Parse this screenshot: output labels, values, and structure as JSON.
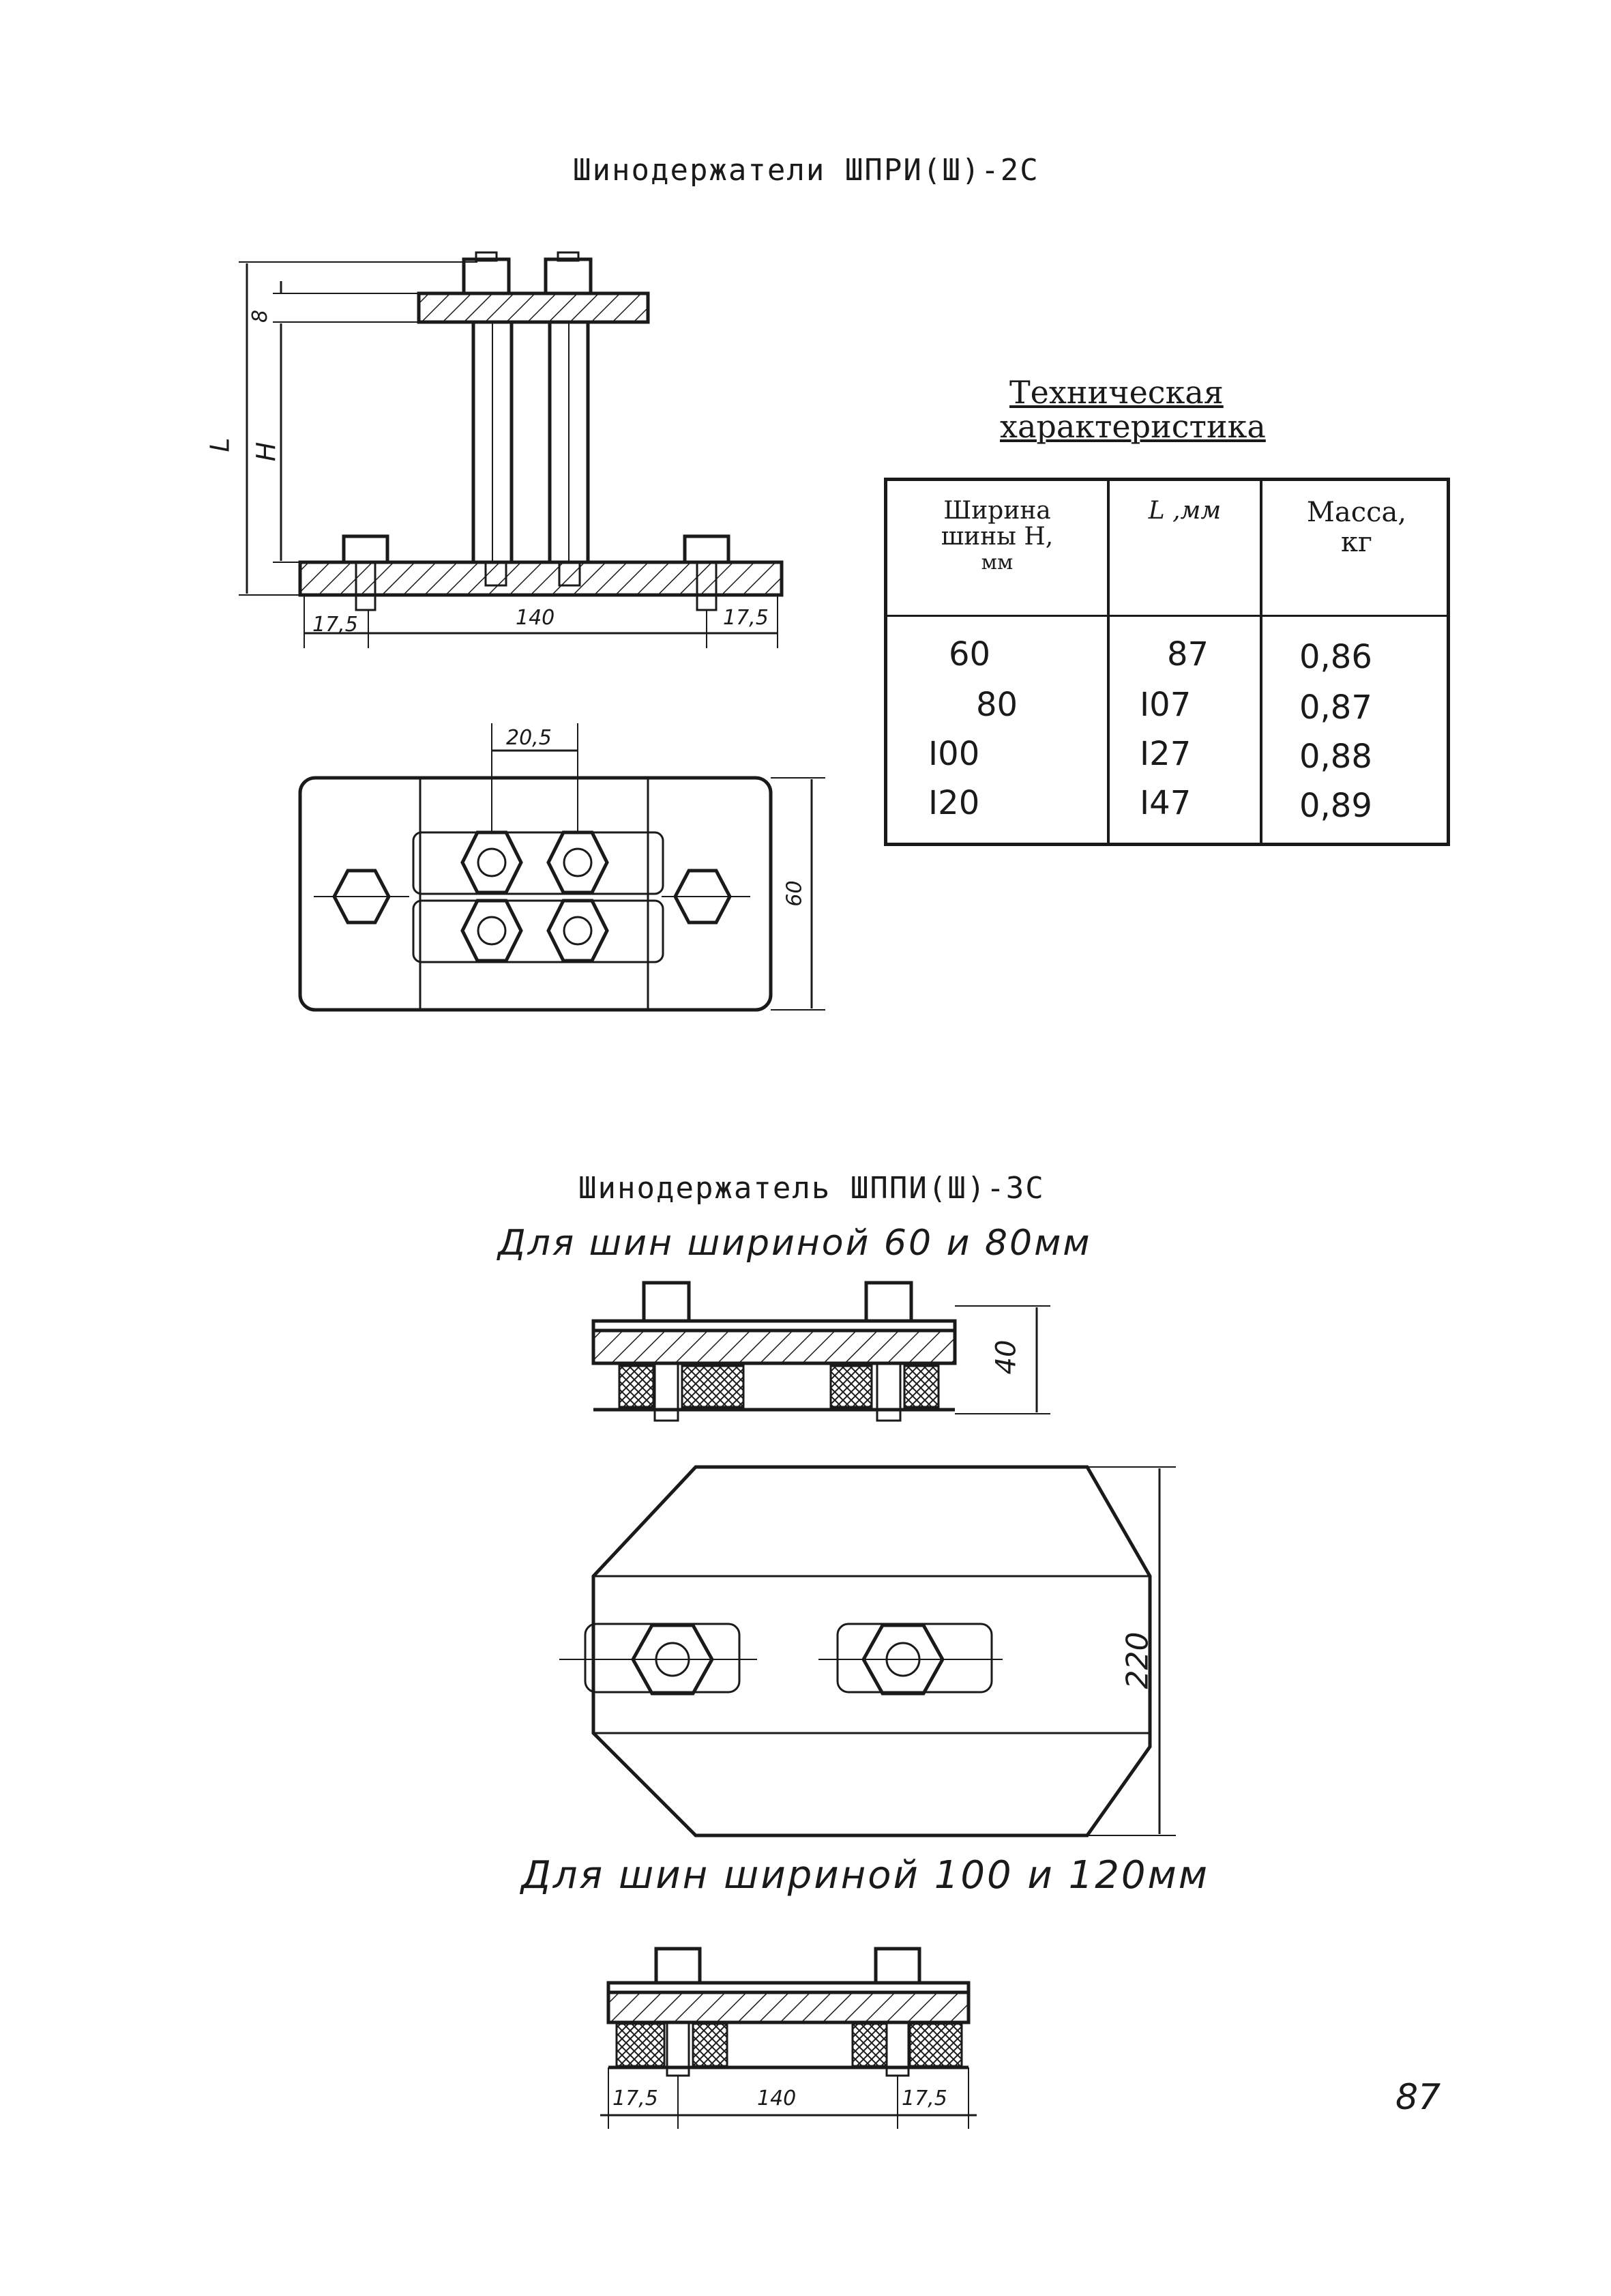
{
  "section1": {
    "title": "Шинодержатели ШПРИ(Ш)-2С",
    "dims": {
      "eight": "8",
      "L": "L",
      "H": "H",
      "left": "17,5",
      "mid": "140",
      "right": "17,5",
      "gap": "20,5",
      "height": "60"
    }
  },
  "spec": {
    "heading_line1": "Техническая",
    "heading_line2": "характеристика",
    "columns": {
      "width_l1": "Ширина",
      "width_l2": "шины H,",
      "width_l3": "мм",
      "length": "L ,мм",
      "mass_l1": "Масса,",
      "mass_l2": "кг"
    },
    "rows": [
      {
        "width": "60",
        "length": "87",
        "mass": "0,86"
      },
      {
        "width": "80",
        "length": "I07",
        "mass": "0,87"
      },
      {
        "width": "I00",
        "length": "I27",
        "mass": "0,88"
      },
      {
        "width": "I20",
        "length": "I47",
        "mass": "0,89"
      }
    ]
  },
  "section2": {
    "title": "Шинодержатель ШППИ(Ш)-3С",
    "subtitle_small": "Для шин шириной 60 и 80мм",
    "subtitle_large": "Для шин шириной 100 и 120мм",
    "dims": {
      "forty": "40",
      "twotwenty": "220",
      "left": "17,5",
      "mid": "140",
      "right": "17,5"
    }
  },
  "page_number": "87"
}
